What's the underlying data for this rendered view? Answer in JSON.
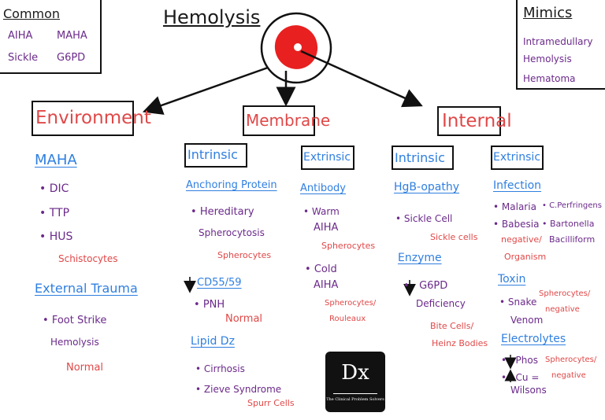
{
  "title": "Hemolysis",
  "common": {
    "heading": "Common",
    "items": [
      "AIHA",
      "MAHA",
      "Sickle",
      "G6PD"
    ]
  },
  "mimics": {
    "heading": "Mimics",
    "items": [
      "Intramedullary Hemolysis",
      "Hematoma"
    ]
  },
  "categories": {
    "environment": "Environment",
    "membrane": "Membrane",
    "internal": "Internal"
  },
  "environment": {
    "maha": {
      "heading": "MAHA",
      "items": [
        "DIC",
        "TTP",
        "HUS"
      ],
      "note": "Schistocytes"
    },
    "trauma": {
      "heading": "External Trauma",
      "item_line1": "Foot Strike",
      "item_line2": "Hemolysis",
      "note": "Normal"
    }
  },
  "membrane_intrinsic": {
    "heading": "Intrinsic",
    "anchoring": {
      "heading": "Anchoring Protein",
      "item_line1": "Hereditary",
      "item_line2": "Spherocytosis",
      "note": "Spherocytes"
    },
    "cd55": {
      "heading": "CD55/59",
      "item": "PNH",
      "note": "Normal"
    },
    "lipid": {
      "heading": "Lipid Dz",
      "items": [
        "Cirrhosis",
        "Zieve Syndrome"
      ],
      "note": "Spurr Cells"
    }
  },
  "membrane_extrinsic": {
    "heading": "Extrinsic",
    "antibody": {
      "heading": "Antibody",
      "warm_line1": "Warm",
      "warm_line2": "AIHA",
      "warm_note": "Spherocytes",
      "cold_line1": "Cold",
      "cold_line2": "AIHA",
      "cold_note_line1": "Spherocytes/",
      "cold_note_line2": "Rouleaux"
    }
  },
  "internal_intrinsic": {
    "heading": "Intrinsic",
    "hgb": {
      "heading": "HgB-opathy",
      "item": "Sickle Cell",
      "note": "Sickle cells"
    },
    "enzyme": {
      "heading": "Enzyme",
      "item_line1": "G6PD",
      "item_line2": "Deficiency",
      "note_line1": "Bite Cells/",
      "note_line2": "Heinz Bodies"
    }
  },
  "internal_extrinsic": {
    "heading": "Extrinsic",
    "infection": {
      "heading": "Infection",
      "items": [
        "Malaria",
        "Babesia"
      ],
      "note_line1": "negative/",
      "note_line2": "Organism",
      "right_line1": "C.Perfringens",
      "right_line2": "Bartonella",
      "right_line3": "Bacilliform"
    },
    "toxin": {
      "heading": "Toxin",
      "item_line1": "Snake",
      "item_line2": "Venom",
      "note_line1": "Spherocytes/",
      "note_line2": "negative"
    },
    "electrolytes": {
      "heading": "Electrolytes",
      "item1": "Phos",
      "item2_line1": "Cu =",
      "item2_line2": "Wilsons",
      "note_line1": "Spherocytes/",
      "note_line2": "negative"
    }
  },
  "logo": {
    "mark": "Dx",
    "subtitle": "The Clinical Problem Solvers"
  },
  "colors": {
    "heading_blue": "#2f7fe0",
    "category_red": "#e04848",
    "item_purple": "#6b2a8a",
    "ink": "#1a1a1a",
    "rbc_red": "#e82020"
  }
}
